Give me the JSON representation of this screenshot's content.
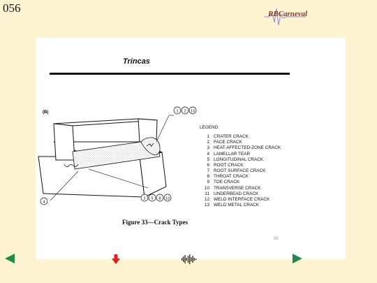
{
  "slide_number": "056",
  "logo": {
    "text": "RBCarneval"
  },
  "title": "Trincas",
  "figure": {
    "panel_label": "(B)",
    "callouts": {
      "top": [
        "1",
        "2",
        "13"
      ],
      "bottom": [
        "2",
        "5",
        "8",
        "13"
      ],
      "left": "4"
    }
  },
  "legend": {
    "header": "LEGEND:",
    "items": [
      {
        "num": "1",
        "text": "CRATER CRACK"
      },
      {
        "num": "2",
        "text": "FACE CRACK"
      },
      {
        "num": "3",
        "text": "HEAT-AFFECTED-ZONE CRACK"
      },
      {
        "num": "4",
        "text": "LAMELLAR TEAR"
      },
      {
        "num": "5",
        "text": "LONGITUDINAL CRACK"
      },
      {
        "num": "6",
        "text": "ROOT CRACK"
      },
      {
        "num": "7",
        "text": "ROOT SURFACE CRACK"
      },
      {
        "num": "8",
        "text": "THROAT CRACK"
      },
      {
        "num": "9",
        "text": "TOE CRACK"
      },
      {
        "num": "10",
        "text": "TRANSVERSE CRACK"
      },
      {
        "num": "11",
        "text": "UNDERBEAD CRACK"
      },
      {
        "num": "12",
        "text": "WELD INTERFACE CRACK"
      },
      {
        "num": "13",
        "text": "WELD METAL CRACK"
      }
    ]
  },
  "caption": "Figure 33—Crack Types",
  "page_number": "56",
  "colors": {
    "background": "#fdf3d0",
    "nav_green": "#1f8a4c",
    "nav_red": "#e02020"
  },
  "icons": {
    "prev": "triangle-left-icon",
    "next": "triangle-right-icon",
    "down": "arrow-down-icon",
    "audio": "audio-waveform-icon"
  }
}
